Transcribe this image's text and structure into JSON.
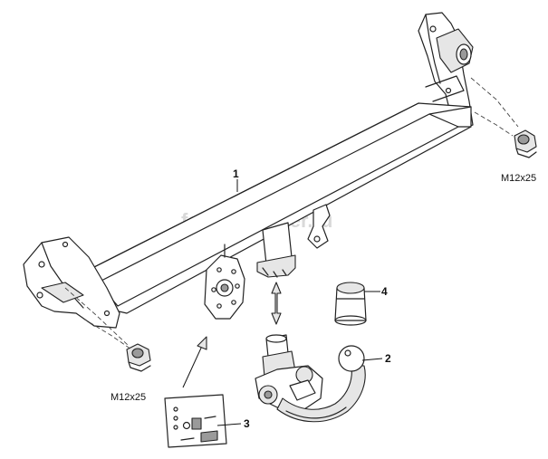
{
  "labels": {
    "bolt_right": "M12x25",
    "bolt_left": "M12x25"
  },
  "watermark": "farkop-center.ru",
  "callouts": {
    "c1": "1",
    "c2": "2",
    "c3": "3",
    "c4": "4"
  }
}
